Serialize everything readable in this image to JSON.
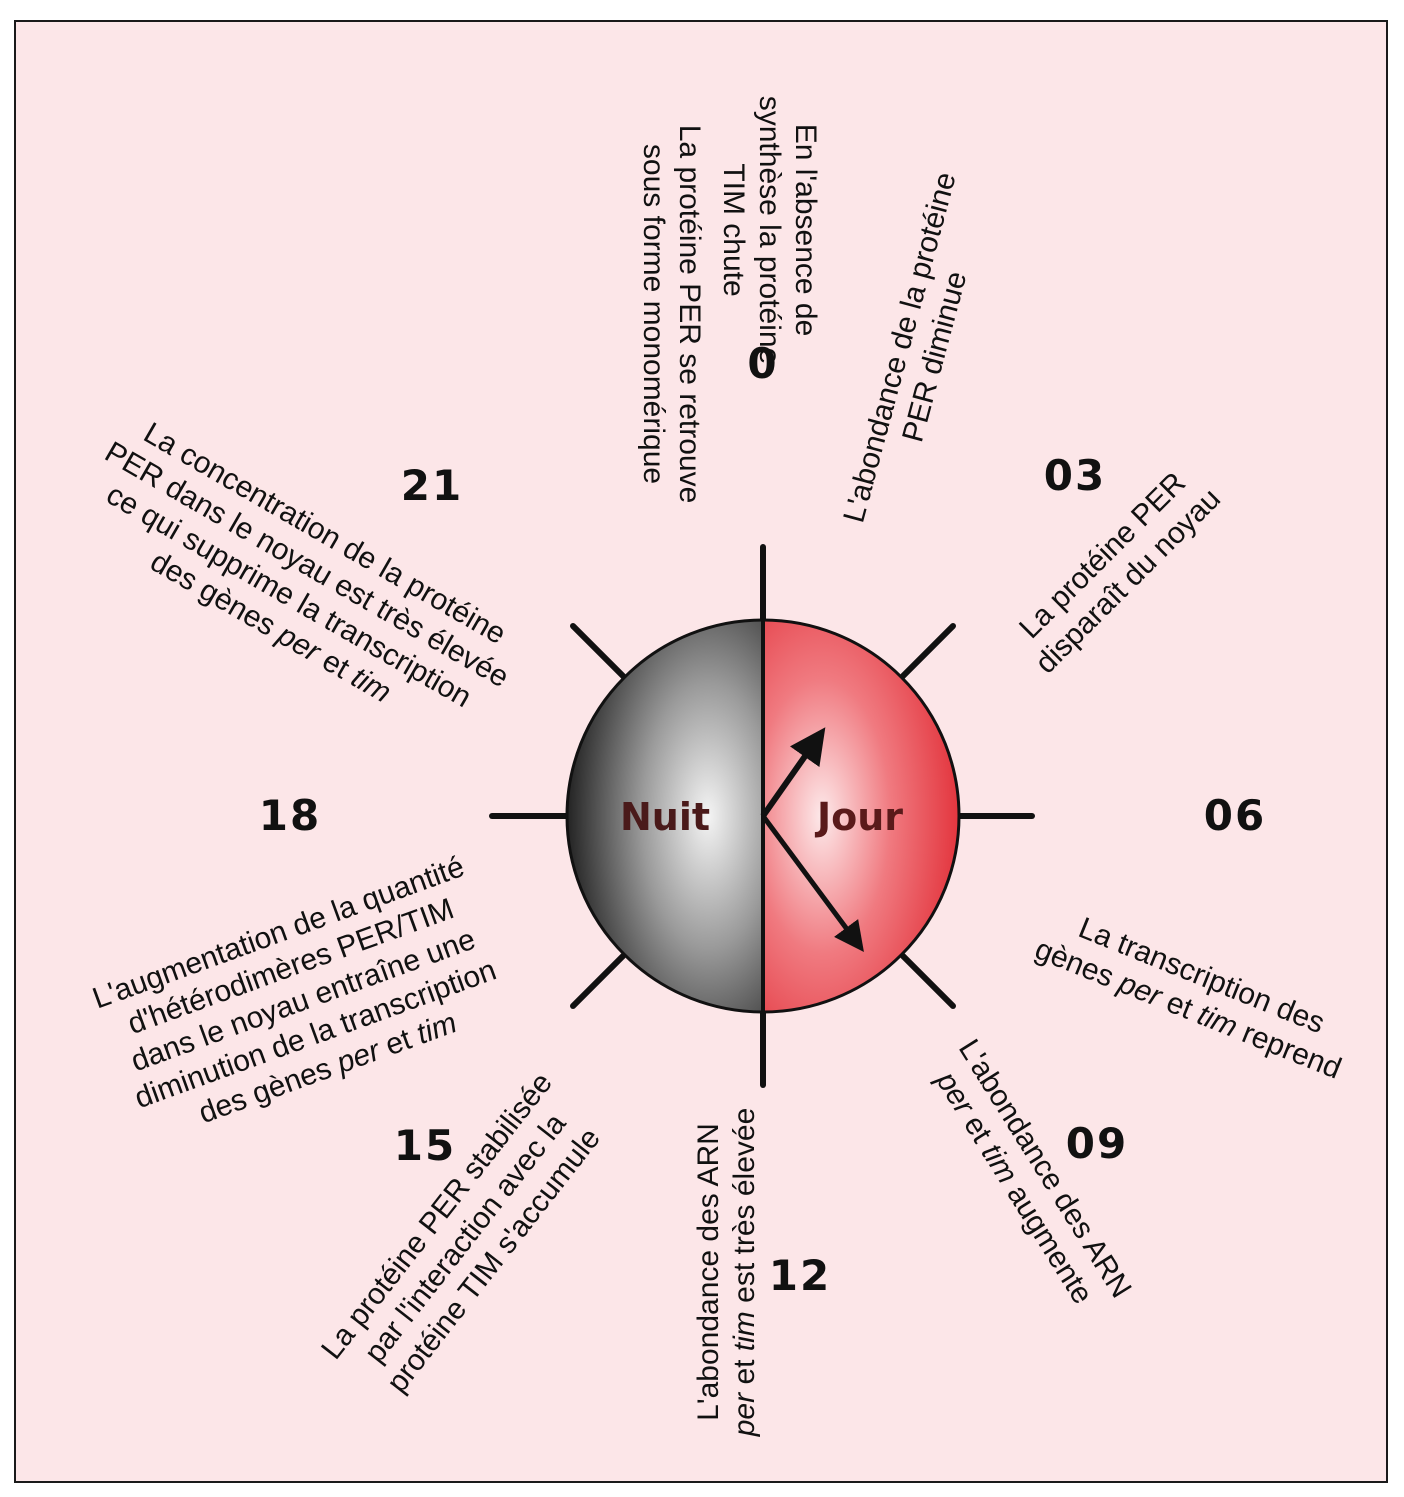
{
  "clock": {
    "night_label": "Nuit",
    "day_label": "Jour",
    "colors": {
      "night": "#2a2a2a",
      "day": "#e8363f",
      "background": "#fce6e8",
      "label": "#5a1a1a"
    }
  },
  "hours": [
    {
      "label": "0"
    },
    {
      "label": "03"
    },
    {
      "label": "06"
    },
    {
      "label": "09"
    },
    {
      "label": "12"
    },
    {
      "label": "15"
    },
    {
      "label": "18"
    },
    {
      "label": "21"
    }
  ],
  "descriptions": {
    "h00a": [
      "En l'absence de",
      "synthèse la protéine",
      "TIM chute"
    ],
    "h00b": [
      "La protéine PER se retrouve",
      "sous forme monomérique"
    ],
    "h02": [
      "L'abondance de la protéine",
      "PER diminue"
    ],
    "h03": [
      "La protéine PER",
      "disparaît du noyau"
    ],
    "h06": [
      [
        "La transcription des"
      ],
      [
        "gènes ",
        "per",
        " et ",
        "tim",
        " reprend"
      ]
    ],
    "h09": [
      [
        "L'abondance des ARN"
      ],
      [
        "per",
        " et ",
        "tim",
        " augmente"
      ]
    ],
    "h12": [
      [
        "L'abondance des ARN"
      ],
      [
        "per",
        " et ",
        "tim",
        " est très élevée"
      ]
    ],
    "h15": [
      "La protéine PER stabilisée",
      "par l'interaction avec la",
      "protéine TIM s'accumule"
    ],
    "h18": [
      [
        "L'augmentation de la quantité"
      ],
      [
        "d'hétérodimères PER/TIM"
      ],
      [
        "dans le noyau entraîne une"
      ],
      [
        "diminution de la transcription"
      ],
      [
        "des gènes ",
        "per",
        " et ",
        "tim"
      ]
    ],
    "h21": [
      [
        "La concentration de la protéine"
      ],
      [
        "PER dans le noyau est très élevée"
      ],
      [
        "ce qui supprime la transcription"
      ],
      [
        "des gènes ",
        "per",
        " et ",
        "tim"
      ]
    ]
  }
}
